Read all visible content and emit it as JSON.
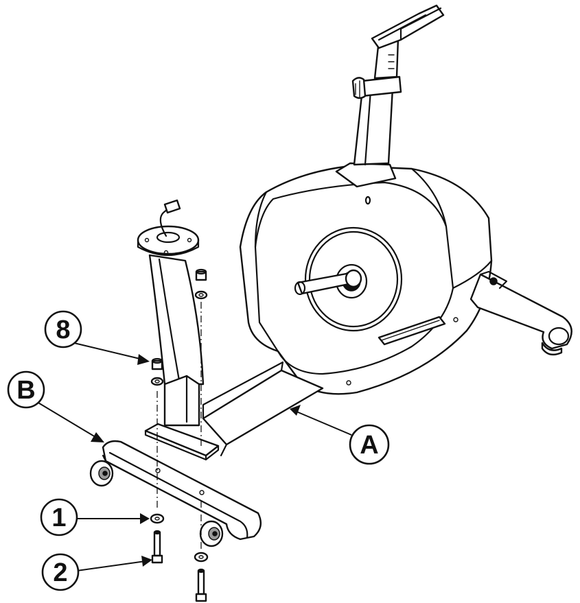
{
  "callouts": {
    "part_8": "8",
    "part_B": "B",
    "part_A": "A",
    "part_1": "1",
    "part_2": "2"
  },
  "colors": {
    "ink": "#111111",
    "paper": "#ffffff",
    "accent_grey": "#9a9a9a"
  }
}
